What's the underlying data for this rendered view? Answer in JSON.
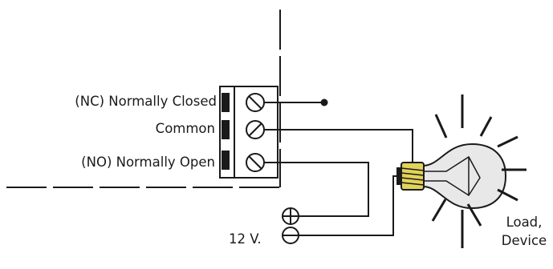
{
  "terminals": [
    {
      "id": "nc",
      "label": "(NC) Normally Closed"
    },
    {
      "id": "common",
      "label": "Common"
    },
    {
      "id": "no",
      "label": "(NO) Normally Open"
    }
  ],
  "supply": {
    "label": "12 V."
  },
  "load": {
    "label_line1": "Load,",
    "label_line2": "Device"
  },
  "colors": {
    "line": "#1a1a1a",
    "bulb_glass": "#e8e8e8",
    "bulb_base": "#e2d35a",
    "background": "#ffffff"
  }
}
